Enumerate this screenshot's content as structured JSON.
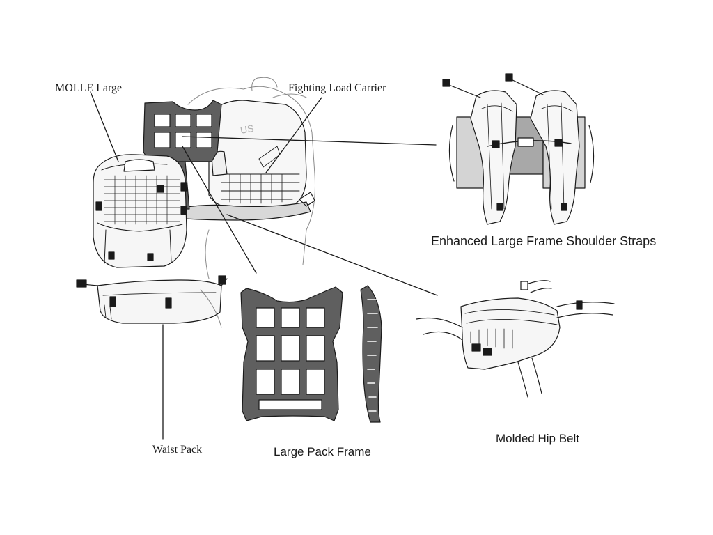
{
  "labels": {
    "molle_large": "MOLLE Large",
    "fighting_load_carrier": "Fighting Load Carrier",
    "shoulder_straps": "Enhanced Large Frame Shoulder Straps",
    "hip_belt": "Molded Hip Belt",
    "pack_frame": "Large Pack Frame",
    "waist_pack": "Waist Pack"
  },
  "vest_marking": "US",
  "colors": {
    "line": "#1a1a1a",
    "frame_fill": "#5f5f5f",
    "strap_back": "#a8a8a8",
    "light_fill": "#f2f2f2"
  }
}
